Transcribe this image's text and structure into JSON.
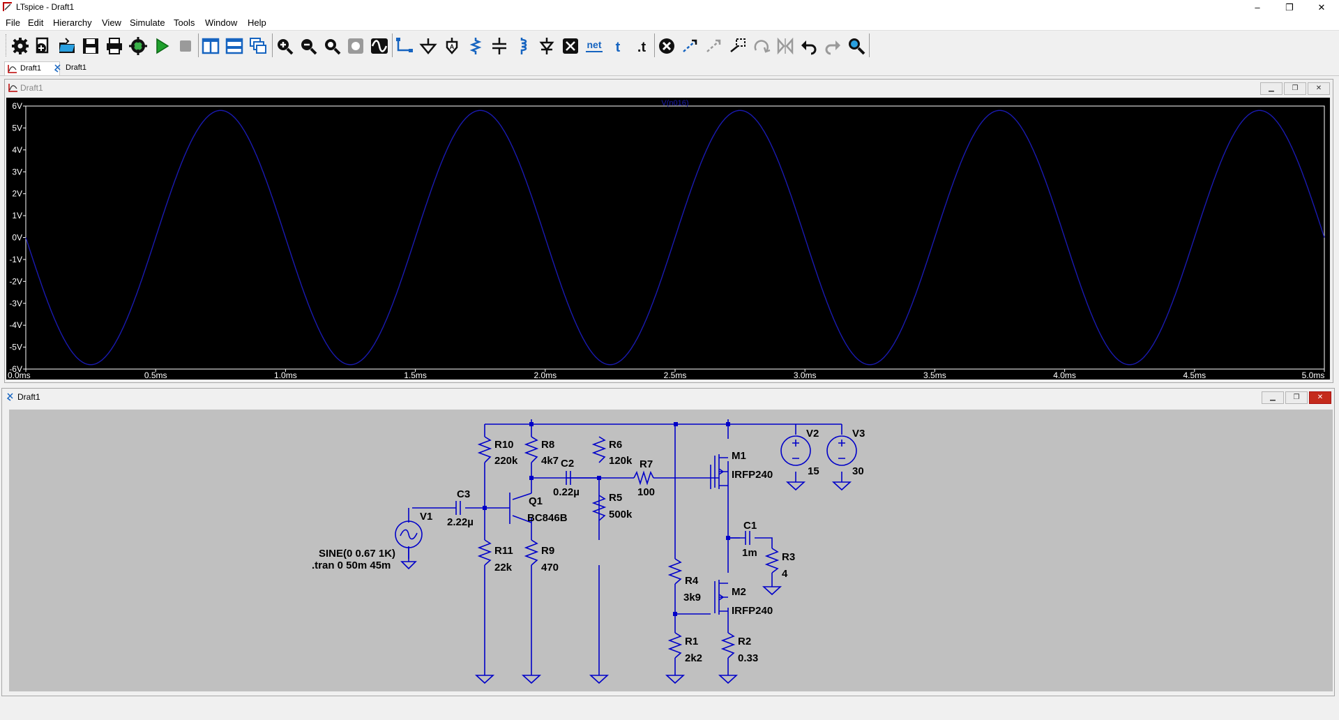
{
  "window": {
    "title": "LTspice - Draft1",
    "minimize": "–",
    "restore": "❐",
    "close": "✕"
  },
  "menu": [
    "File",
    "Edit",
    "Hierarchy",
    "View",
    "Simulate",
    "Tools",
    "Window",
    "Help"
  ],
  "toolbar_icons": [
    "control-panel-icon",
    "new-schematic-icon",
    "open-icon",
    "save-icon",
    "print-icon",
    "ac-analysis-icon",
    "run-icon",
    "halt-icon",
    "tile-vertical-icon",
    "tile-horizontal-icon",
    "cascade-icon",
    "zoom-in-icon",
    "zoom-out-icon",
    "zoom-fit-icon",
    "zoom-full-icon",
    "autorange-icon",
    "wire-icon",
    "ground-icon",
    "label-icon",
    "resistor-icon",
    "capacitor-icon",
    "inductor-icon",
    "diode-icon",
    "component-icon",
    "net-label-icon",
    "text-icon",
    "spice-directive-icon",
    "delete-icon",
    "duplicate-icon",
    "move-icon",
    "drag-icon",
    "rotate-icon",
    "mirror-icon",
    "undo-icon",
    "redo-icon",
    "find-icon"
  ],
  "tabs": [
    {
      "label": "Draft1",
      "icon": "waveform-tab-icon",
      "active": true
    },
    {
      "label": "Draft1",
      "icon": "schematic-tab-icon",
      "active": false
    }
  ],
  "waveform_window": {
    "title": "Draft1",
    "trace_label": "V(n016)",
    "trace_color": "#1a1ab0",
    "chart_data": {
      "type": "line",
      "title": "",
      "series": [
        {
          "name": "V(n016)",
          "amplitude": 5.8,
          "frequency_hz": 1000,
          "phase_deg": 180
        }
      ],
      "x": {
        "min": 0,
        "max": 5.0,
        "unit": "ms"
      },
      "y": {
        "min": -6,
        "max": 6,
        "unit": "V"
      },
      "x_ticks": [
        "0.0ms",
        "0.5ms",
        "1.0ms",
        "1.5ms",
        "2.0ms",
        "2.5ms",
        "3.0ms",
        "3.5ms",
        "4.0ms",
        "4.5ms",
        "5.0ms"
      ],
      "y_ticks": [
        "6V",
        "5V",
        "4V",
        "3V",
        "2V",
        "1V",
        "0V",
        "-1V",
        "-2V",
        "-3V",
        "-4V",
        "-5V",
        "-6V"
      ],
      "grid": false
    }
  },
  "schematic_window": {
    "title": "Draft1",
    "wire_color": "#0000c8",
    "labels": {
      "R10": "R10",
      "R10v": "220k",
      "R8": "R8",
      "R8v": "4k7",
      "C2": "C2",
      "C2v": "0.22µ",
      "R6": "R6",
      "R6v": "120k",
      "R7": "R7",
      "R7v": "100",
      "M1": "M1",
      "M1v": "IRFP240",
      "V2": "V2",
      "V2v": "15",
      "V3": "V3",
      "V3v": "30",
      "C3": "C3",
      "C3v": "2.22µ",
      "Q1": "Q1",
      "Q1v": "BC846B",
      "R5": "R5",
      "R5v": "500k",
      "V1": "V1",
      "sine": "SINE(0 0.67 1K)",
      "tran": ".tran 0 50m 45m",
      "R11": "R11",
      "R11v": "22k",
      "R9": "R9",
      "R9v": "470",
      "C1": "C1",
      "C1v": "1m",
      "R3": "R3",
      "R3v": "4",
      "R4": "R4",
      "R4v": "3k9",
      "M2": "M2",
      "M2v": "IRFP240",
      "R1": "R1",
      "R1v": "2k2",
      "R2": "R2",
      "R2v": "0.33"
    }
  }
}
